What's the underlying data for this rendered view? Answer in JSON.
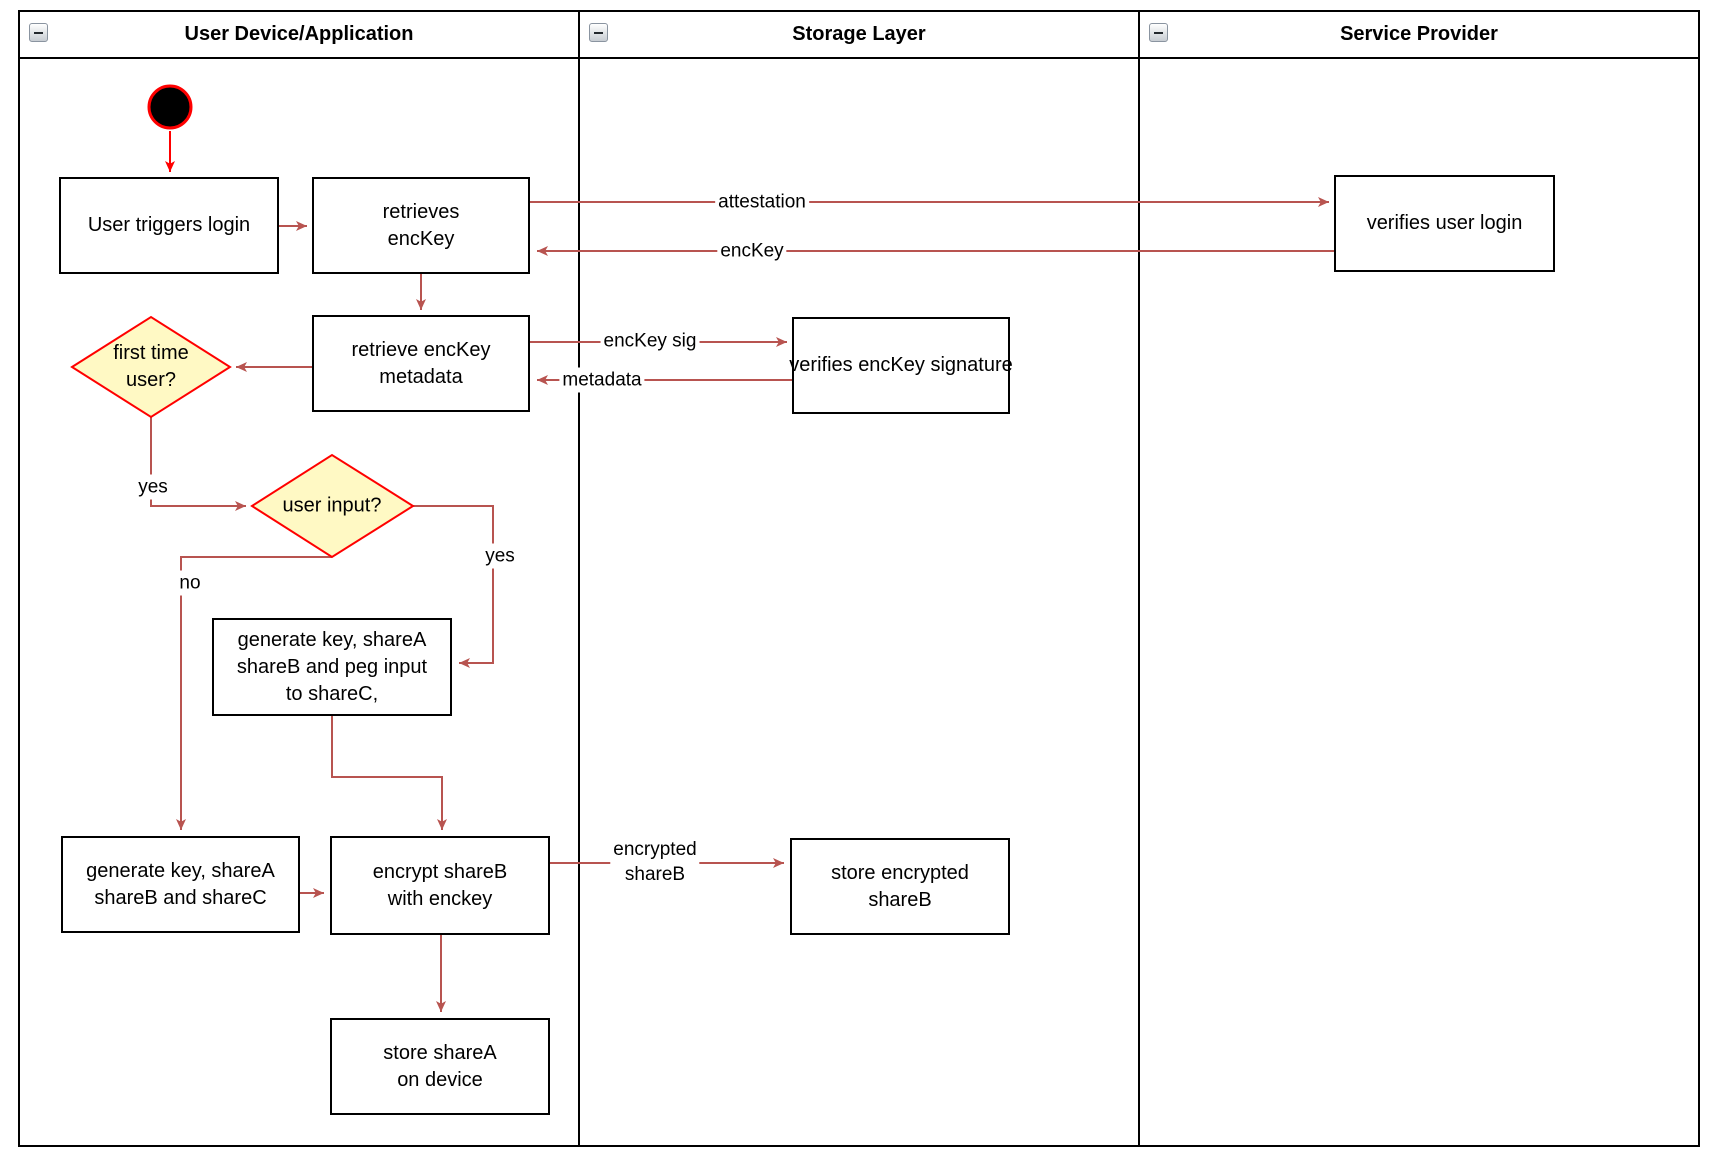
{
  "lanes": [
    {
      "title": "User Device/Application"
    },
    {
      "title": "Storage Layer"
    },
    {
      "title": "Service Provider"
    }
  ],
  "nodes": {
    "user_triggers_login": {
      "lines": [
        "User triggers login"
      ]
    },
    "retrieves_enckey": {
      "lines": [
        "retrieves",
        "encKey"
      ]
    },
    "retrieve_enckey_metadata": {
      "lines": [
        "retrieve encKey",
        "metadata"
      ]
    },
    "first_time_user": {
      "lines": [
        "first time",
        "user?"
      ]
    },
    "user_input": {
      "lines": [
        "user input?"
      ]
    },
    "generate_key_peg_input": {
      "lines": [
        "generate key, shareA",
        "shareB and peg input",
        "to shareC,"
      ]
    },
    "generate_key_sharec": {
      "lines": [
        "generate key, shareA",
        "shareB and shareC"
      ]
    },
    "encrypt_shareb": {
      "lines": [
        "encrypt shareB",
        "with enckey"
      ]
    },
    "store_sharea": {
      "lines": [
        "store shareA",
        "on device"
      ]
    },
    "verifies_enckey_signature": {
      "lines": [
        "verifies encKey signature"
      ]
    },
    "store_encrypted_shareb": {
      "lines": [
        "store encrypted",
        "shareB"
      ]
    },
    "verifies_user_login": {
      "lines": [
        "verifies user login"
      ]
    }
  },
  "edge_labels": {
    "attestation": "attestation",
    "enckey": "encKey",
    "enckey_sig": "encKey sig",
    "metadata": "metadata",
    "encrypted_shareb": {
      "lines": [
        "encrypted",
        "shareB"
      ]
    },
    "yes_first_time": "yes",
    "yes_user_input": "yes",
    "no_user_input": "no"
  },
  "colors": {
    "edge": "#B85450",
    "start_edge": "#FF0000",
    "decision_fill": "#FFF9C4",
    "decision_border": "#FF0000",
    "node_border": "#000000"
  }
}
